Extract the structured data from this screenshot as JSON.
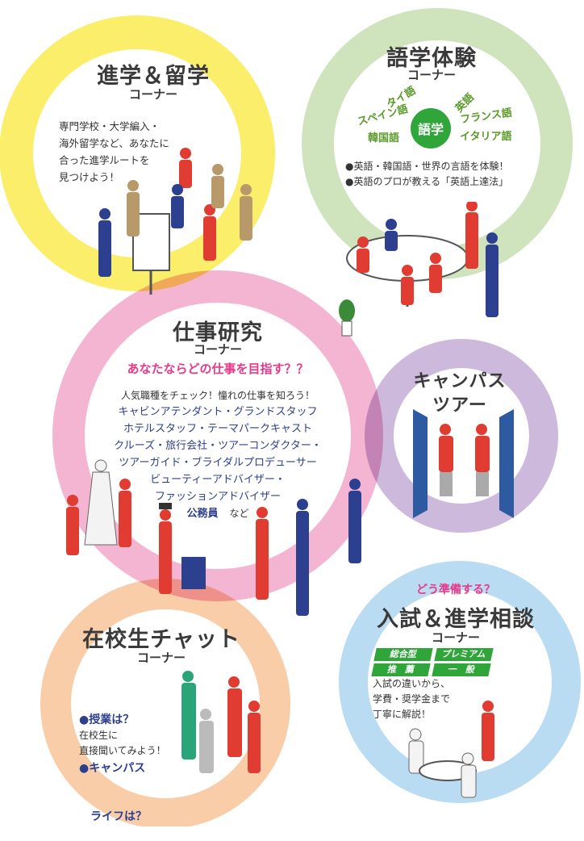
{
  "colors": {
    "yellow": "#fbee6a",
    "green": "#cfe3bd",
    "pink": "#f4b5d2",
    "purple": "#cdb9dc",
    "blue": "#b9dcf3",
    "orange": "#f8cda8",
    "accent_green": "#2fa53a",
    "accent_pink": "#e8388a",
    "accent_navy": "#2d3f8f"
  },
  "shingaku": {
    "title": "進学＆留学",
    "corner": "コーナー",
    "lines": [
      "専門学校・大学編入・",
      "海外留学など、あなたに",
      "合った進学ルートを",
      "見つけよう！"
    ]
  },
  "gogaku": {
    "title": "語学体験",
    "corner": "コーナー",
    "center": "語学",
    "languages": [
      "タイ語",
      "スペイン語",
      "韓国語",
      "英語",
      "フランス語",
      "イタリア語"
    ],
    "bullets": [
      "●英語・韓国語・世界の言語を体験！",
      "●英語のプロが教える「英語上達法」"
    ]
  },
  "shigoto": {
    "title": "仕事研究",
    "corner": "コーナー",
    "question": "あなたならどの仕事を目指す？？",
    "intro": "人気職種をチェック！憧れの仕事を知ろう！",
    "jobs": [
      "キャビンアテンダント・グランドスタッフ",
      "ホテルスタッフ・テーマパークキャスト",
      "クルーズ・旅行会社・ツアーコンダクター・",
      "ツアーガイド・ブライダルプロデューサー",
      "ビューティーアドバイザー・",
      "ファッションアドバイザー"
    ],
    "last_job": "公務員",
    "etc": "など"
  },
  "campus": {
    "title_line1": "キャンパス",
    "title_line2": "ツアー"
  },
  "nyushi": {
    "lead": "どう準備する？",
    "title": "入試＆進学相談",
    "corner": "コーナー",
    "tags": [
      "総合型",
      "プレミアム",
      "推　薦",
      "一　般"
    ],
    "lines": [
      "入試の違いから、",
      "学費・奨学金まで",
      "丁寧に解説！"
    ]
  },
  "zaikousei": {
    "title": "在校生チャット",
    "corner": "コーナー",
    "questions": [
      "●授業は？",
      "●キャンパス",
      "　ライフは？"
    ],
    "lines": [
      "在校生に",
      "直接聞いてみよう！"
    ]
  }
}
